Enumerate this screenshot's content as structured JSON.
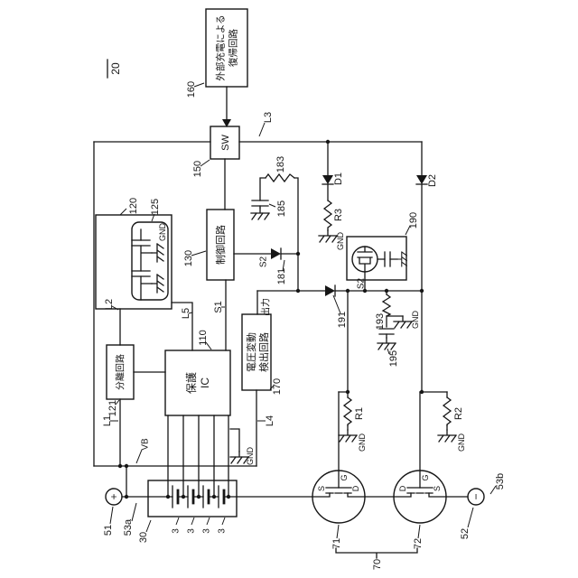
{
  "figure": {
    "number": "20",
    "blocks": {
      "recovery": {
        "line1": "外部充電による",
        "line2": "復帰回路",
        "ref": "160"
      },
      "sw": {
        "label": "SW",
        "ref": "150"
      },
      "control": {
        "label": "制御回路",
        "ref": "130"
      },
      "detector": {
        "line1": "電圧変動",
        "line2": "検出回路",
        "ref": "170"
      },
      "protection_ic": {
        "line1": "保護",
        "line2": "IC",
        "ref": "110"
      },
      "separation": {
        "label": "分離回路",
        "ref": "121"
      },
      "capacitor_module": {
        "ref": "120",
        "inner_ref": "125"
      },
      "load_switch": {
        "ref": "190"
      },
      "battery": {
        "ref": "30",
        "cell_refs": [
          "3",
          "3",
          "3",
          "3"
        ]
      }
    },
    "nets": {
      "l1": "L1",
      "l2": "L2",
      "l3": "L3",
      "l4": "L4",
      "l5": "L5",
      "s1": "S1",
      "s2_left": "S2",
      "s2_right": "S2",
      "vb": "VB",
      "output": "出力"
    },
    "components": {
      "d1": "D1",
      "d2": "D2",
      "r3": "R3",
      "r183": "183",
      "c185": "185",
      "d181": "181",
      "d191": "191",
      "r193": "193",
      "c195": "195",
      "r1": "R1",
      "r2": "R2"
    },
    "gnd_labels": {
      "r3": "GND",
      "module125": "GND",
      "ic": "GND",
      "r193": "GND",
      "r1": "GND",
      "r2": "GND"
    },
    "terminals": {
      "plus": "+",
      "minus": "−",
      "t51": "51",
      "t52": "52",
      "t53a": "53a",
      "t53b": "53b"
    },
    "fets": {
      "fet71": {
        "ref": "71",
        "g": "G",
        "s": "S",
        "d": "D"
      },
      "fet72": {
        "ref": "72",
        "g": "G",
        "s": "S",
        "d": "D"
      },
      "group_ref": "70"
    }
  }
}
